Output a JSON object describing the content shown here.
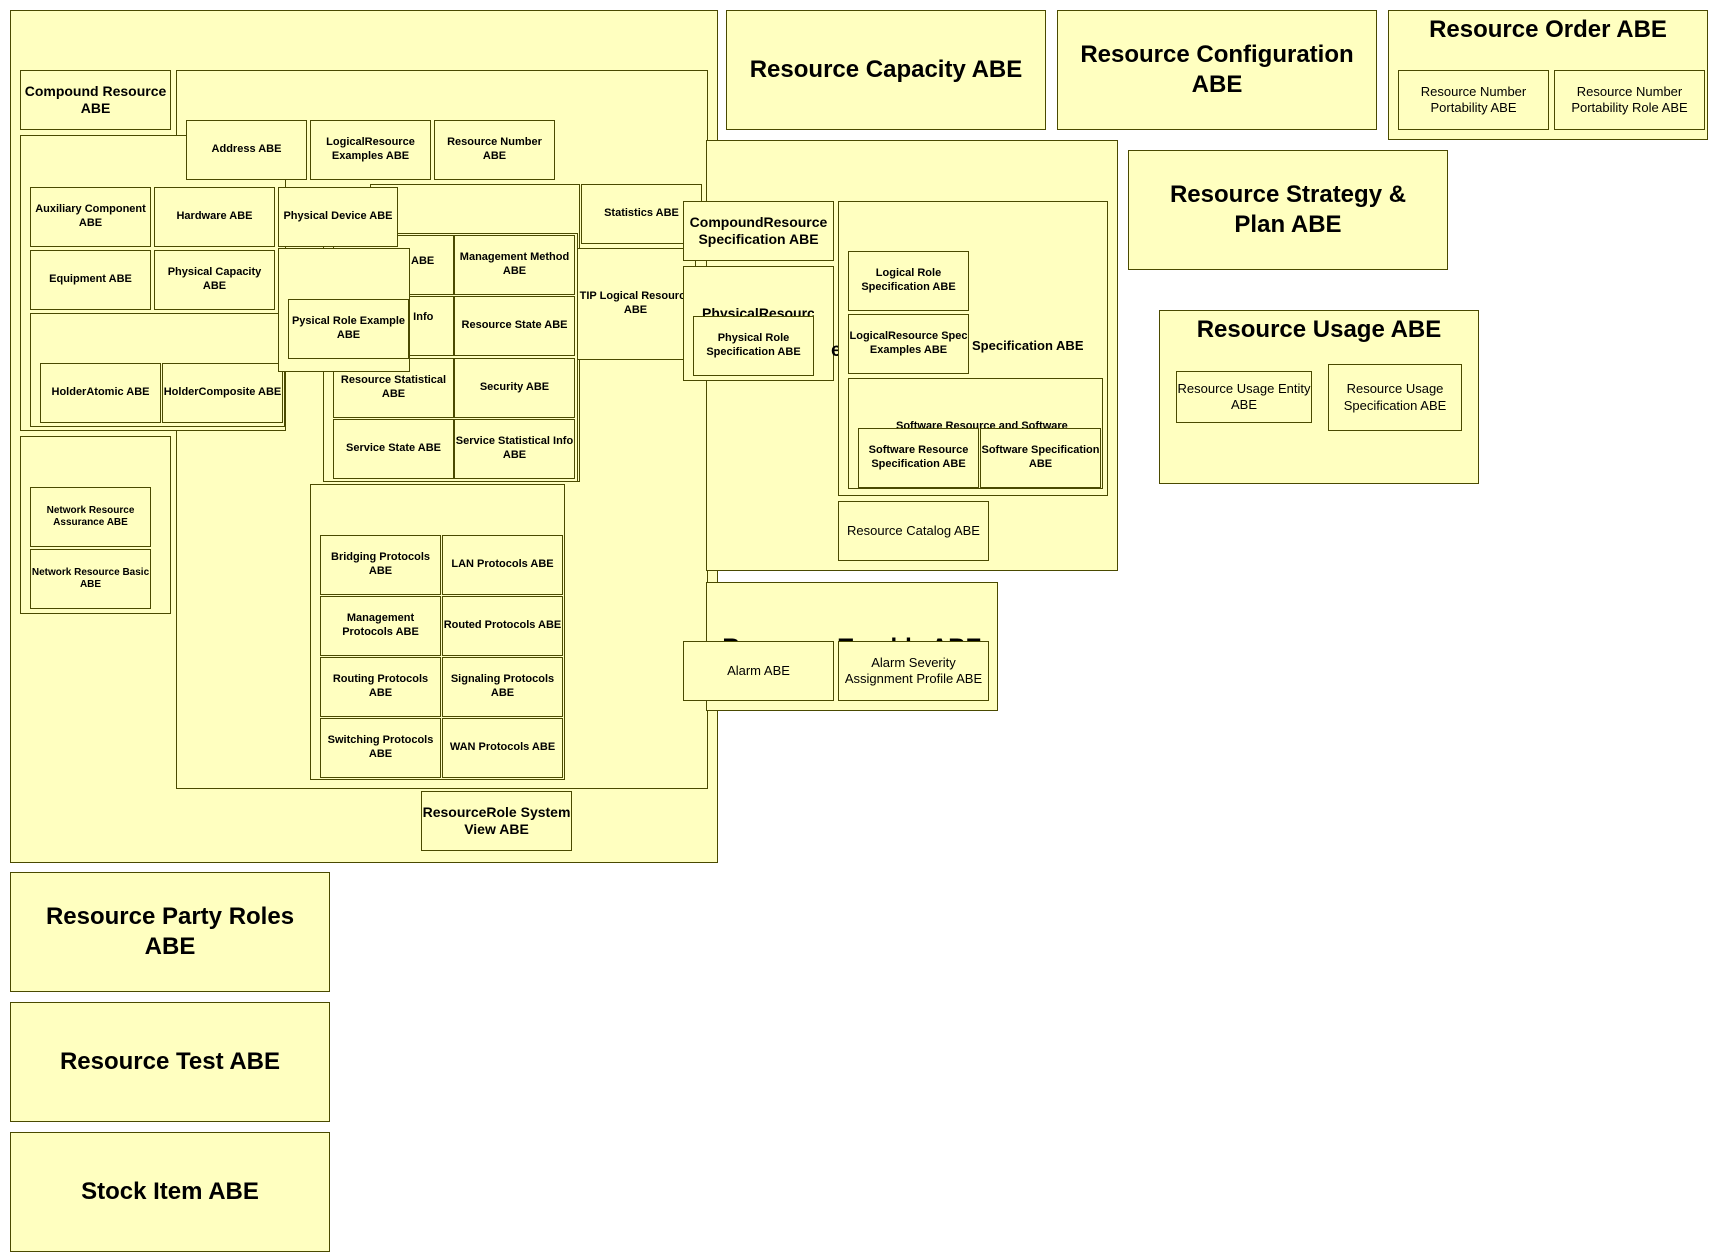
{
  "containers": {
    "resource_capacity": "Resource Capacity ABE",
    "resource_configuration": "Resource Configuration ABE",
    "resource_order": "Resource Order ABE",
    "resource_strategy_plan": "Resource Strategy & Plan ABE",
    "resource_usage": "Resource Usage ABE",
    "resource_party_roles": "Resource Party Roles ABE",
    "resource_test": "Resource Test ABE",
    "stock_item": "Stock Item ABE",
    "resource_trouble": "Resource Trouble ABE"
  },
  "boxes": {
    "compound_resource": "Compound Resource ABE",
    "address": "Address ABE",
    "logical_resource_examples": "LogicalResource Examples ABE",
    "resource_number": "Resource Number ABE",
    "statistics": "Statistics ABE",
    "auxiliary_component": "Auxiliary Component ABE",
    "hardware": "Hardware ABE",
    "physical_device": "Physical Device ABE",
    "equipment": "Equipment ABE",
    "physical_capacity": "Physical Capacity ABE",
    "management_method": "Management Method ABE",
    "tip_logical_resource": "TIP Logical Resource ABE",
    "pysical_role_example": "Pysical Role Example ABE",
    "resource_state": "Resource State ABE",
    "holder_atomic": "HolderAtomic ABE",
    "holder_composite": "HolderComposite ABE",
    "resource_statistical": "Resource Statistical ABE",
    "security": "Security ABE",
    "service_state": "Service State ABE",
    "service_statistical_info": "Service Statistical Info ABE",
    "network_resource_assurance": "Network Resource Assurance ABE",
    "network_resource_basic": "Network Resource Basic ABE",
    "bridging_protocols": "Bridging Protocols ABE",
    "lan_protocols": "LAN Protocols ABE",
    "management_protocols": "Management Protocols ABE",
    "routed_protocols": "Routed Protocols ABE",
    "routing_protocols": "Routing Protocols ABE",
    "signaling_protocols": "Signaling Protocols ABE",
    "switching_protocols": "Switching Protocols ABE",
    "wan_protocols": "WAN Protocols ABE",
    "resource_role_system_view": "ResourceRole System View ABE",
    "compound_resource_spec": "CompoundResource Specification ABE",
    "physical_role_spec": "Physical Role Specification ABE",
    "logical_role_spec": "Logical Role Specification ABE",
    "logical_resource_spec_examples": "LogicalResource Spec Examples ABE",
    "software_resource_spec": "Software Resource Specification ABE",
    "software_spec": "Software Specification ABE",
    "resource_catalog": "Resource Catalog ABE",
    "resource_number_portability": "Resource Number Portability ABE",
    "resource_number_portability_role": "Resource Number Portability Role ABE",
    "resource_usage_entity": "Resource Usage Entity ABE",
    "resource_usage_spec": "Resource Usage Specification ABE",
    "alarm": "Alarm ABE",
    "alarm_severity_assignment_profile": "Alarm Severity Assignment Profile ABE"
  },
  "fragments": {
    "specification_abe": "Specification ABE",
    "physical_resource": "PhysicalResource",
    "software_resource_and_software": "Software Resource and Software",
    "abe_suffix": "ABE",
    "e_info": "e Info",
    "e_letter": "e"
  }
}
